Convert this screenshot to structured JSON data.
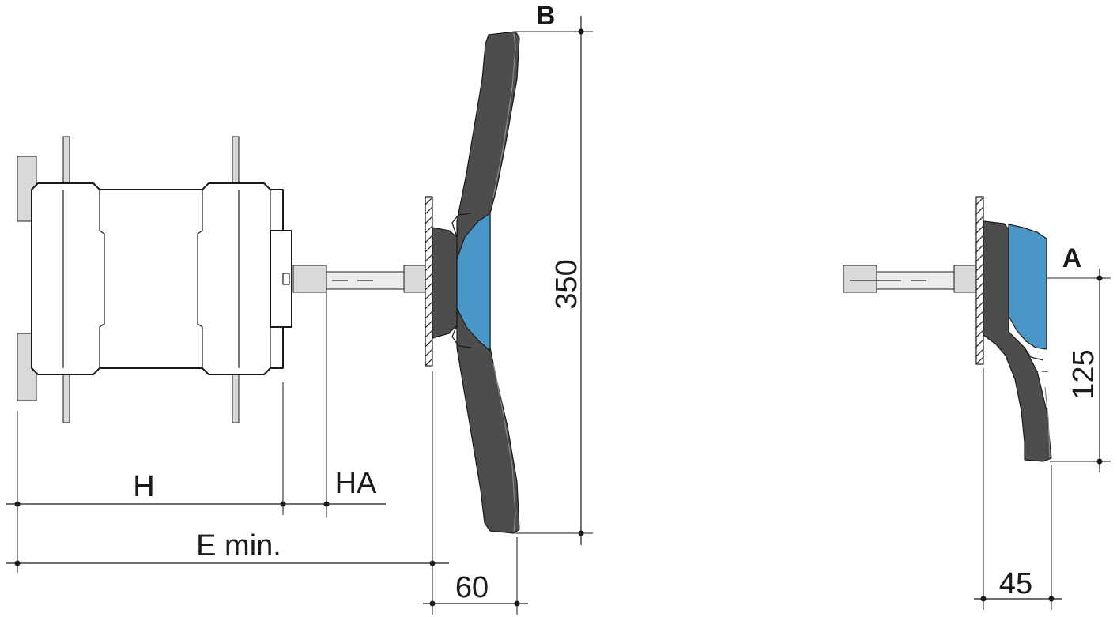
{
  "labels": {
    "h": "H",
    "ha": "HA",
    "e_min": "E min.",
    "dim_60": "60",
    "dim_350": "350",
    "dim_125": "125",
    "dim_45": "45",
    "view_b": "B",
    "view_a": "A"
  },
  "colors": {
    "line": "#1a1a1a",
    "handle_dark": "#4d4d4d",
    "handle_blue": "#4a97c7",
    "shaft_grey": "#d9d9d9"
  }
}
